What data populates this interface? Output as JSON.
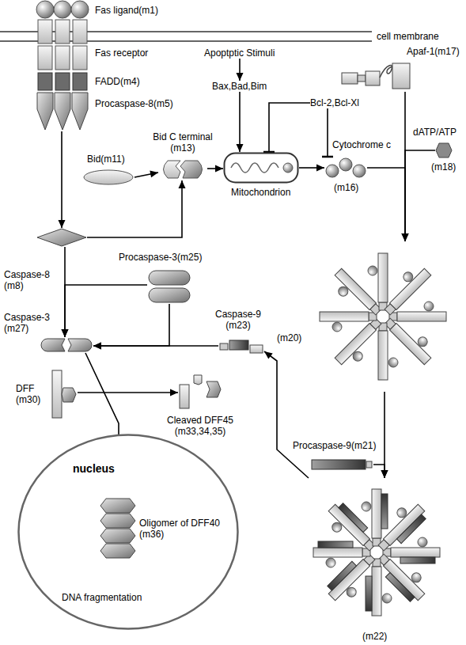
{
  "diagram": {
    "nodes": [
      {
        "text": [
          "Fas ligand(m1)"
        ]
      },
      {
        "text": [
          "Fas receptor"
        ]
      },
      {
        "text": [
          "FADD(m4)"
        ]
      },
      {
        "text": [
          "Procaspase-8(m5)"
        ]
      },
      {
        "text": [
          "Apoptptic Stimuli"
        ]
      },
      {
        "text": [
          "Bax,Bad,Bim"
        ]
      },
      {
        "text": [
          "Bcl-2,Bcl-Xl"
        ]
      },
      {
        "text": [
          "Apaf-1(m17)"
        ]
      },
      {
        "text": [
          "dATP/ATP",
          "(m18)"
        ]
      },
      {
        "text": [
          "Bid(m11)"
        ]
      },
      {
        "text": [
          "Bid C terminal (m13)"
        ]
      },
      {
        "text": [
          "Mitochondrion"
        ]
      },
      {
        "text": [
          "Cytochrome c",
          "(m16)"
        ]
      },
      {
        "text": [
          "Caspase-8 (m8)"
        ]
      },
      {
        "text": [
          "Procaspase-3(m25)"
        ]
      },
      {
        "text": [
          "Caspase-9 (m23)"
        ]
      },
      {
        "text": [
          "Caspase-3 (m27)"
        ]
      },
      {
        "text": [
          "(m20)"
        ]
      },
      {
        "text": [
          "Procaspase-9(m21)"
        ]
      },
      {
        "text": [
          "DFF (m30)"
        ]
      },
      {
        "text": [
          "Cleaved DFF45 (m33,34,35)"
        ]
      },
      {
        "text": [
          "nucleus"
        ]
      },
      {
        "text": [
          "Oligomer of DFF40 (m36)"
        ],
        "in": 21
      },
      {
        "text": [
          "DNA fragmentation"
        ],
        "in": 21
      },
      {
        "text": [
          "(m22)"
        ]
      }
    ],
    "edges": [
      {
        "from": 3,
        "to": 13,
        "arrow": "to"
      },
      {
        "from": 4,
        "to": 5,
        "arrow": "to"
      },
      {
        "from": 5,
        "to": 11,
        "arrow": "to"
      },
      {
        "from": 6,
        "to": 11,
        "arrow": "to"
      },
      {
        "from": 6,
        "to": 12,
        "arrow": "to"
      },
      {
        "from": 9,
        "to": 10,
        "arrow": "to"
      },
      {
        "from": 13,
        "to": 10,
        "arrow": "to"
      },
      {
        "from": 10,
        "to": 11,
        "arrow": "to"
      },
      {
        "from": 11,
        "to": 12,
        "arrow": "to"
      },
      {
        "from": 12,
        "to": 17,
        "arrow": "to"
      },
      {
        "from": 7,
        "to": 17,
        "arrow": "to"
      },
      {
        "from": 8,
        "to": 17,
        "arrow": "to"
      },
      {
        "from": 17,
        "to": 24,
        "arrow": "to"
      },
      {
        "from": 18,
        "to": 24,
        "arrow": "to"
      },
      {
        "from": 24,
        "to": 15,
        "arrow": "to"
      },
      {
        "from": 15,
        "to": 16,
        "arrow": "to"
      },
      {
        "from": 14,
        "to": 16,
        "arrow": "to"
      },
      {
        "from": 14,
        "to": 16,
        "arrow": "to"
      },
      {
        "from": 13,
        "to": 16,
        "arrow": "to"
      },
      {
        "from": 19,
        "to": 20,
        "arrow": "to"
      },
      {
        "from": 16,
        "to": 22,
        "arrow": "to"
      },
      {
        "from": 22,
        "to": 23,
        "arrow": "to"
      }
    ],
    "labels": [
      "cell membrane"
    ]
  }
}
